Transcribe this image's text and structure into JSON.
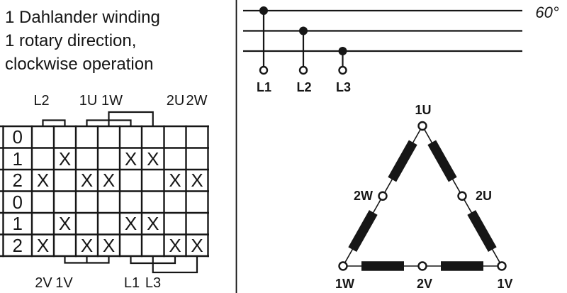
{
  "title": {
    "line1": "1 Dahlander winding",
    "line2": "1 rotary direction,",
    "line3": "clockwise operation"
  },
  "switch_table": {
    "top_terminals": [
      "L2",
      "1U",
      "1W",
      "2U",
      "2W"
    ],
    "bottom_terminals": [
      "2V",
      "1V",
      "L1",
      "L3"
    ],
    "contact_mark": "X",
    "rows": [
      {
        "position": "0",
        "contacts": [
          0,
          0,
          0,
          0,
          0,
          0,
          0,
          0
        ]
      },
      {
        "position": "1",
        "contacts": [
          0,
          1,
          0,
          0,
          1,
          1,
          0,
          0
        ]
      },
      {
        "position": "2",
        "contacts": [
          1,
          0,
          1,
          1,
          0,
          0,
          1,
          1
        ]
      },
      {
        "position": "0",
        "contacts": [
          0,
          0,
          0,
          0,
          0,
          0,
          0,
          0
        ]
      },
      {
        "position": "1",
        "contacts": [
          0,
          1,
          0,
          0,
          1,
          1,
          0,
          0
        ]
      },
      {
        "position": "2",
        "contacts": [
          1,
          0,
          1,
          1,
          0,
          0,
          1,
          1
        ]
      }
    ]
  },
  "supply": {
    "phases": [
      "L1",
      "L2",
      "L3"
    ],
    "switching_angle": "60°"
  },
  "delta_winding": {
    "apex": "1U",
    "mid_left": "2W",
    "mid_right": "2U",
    "bottom_left": "1W",
    "bottom_mid": "2V",
    "bottom_right": "1V"
  },
  "colors": {
    "ink": "#161616",
    "background": "#ffffff"
  }
}
